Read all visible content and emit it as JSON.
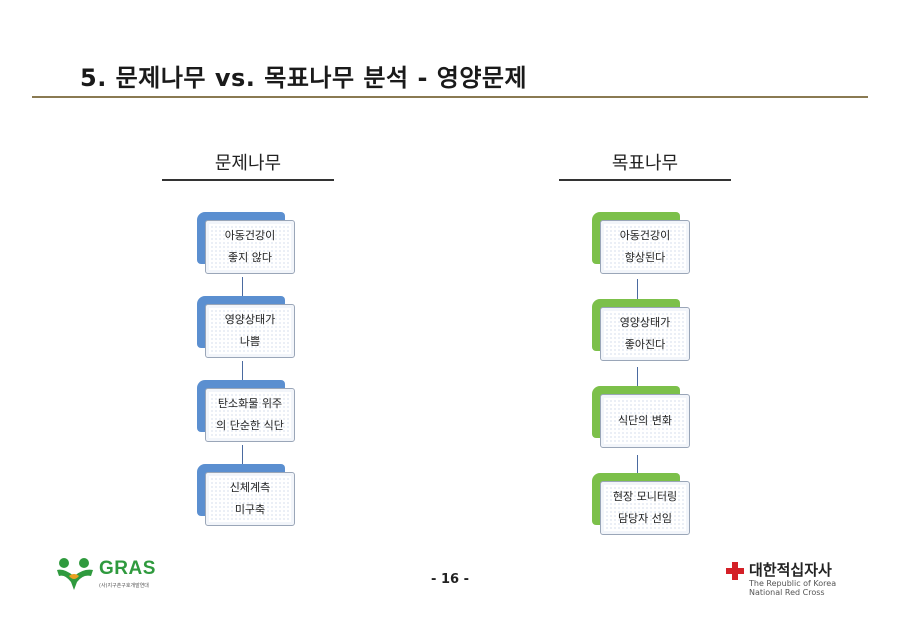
{
  "slide": {
    "title": "5. 문제나무 vs. 목표나무 분석 - 영양문제",
    "page_number": "- 16 -"
  },
  "problem_tree": {
    "header": "문제나무",
    "nodes": [
      {
        "line1": "아동건강이",
        "line2": "좋지 않다"
      },
      {
        "line1": "영양상태가",
        "line2": "나쁨"
      },
      {
        "line1": "탄소화물 위주",
        "line2": "의 단순한 식단"
      },
      {
        "line1": "신체계측",
        "line2": "미구축"
      }
    ]
  },
  "goal_tree": {
    "header": "목표나무",
    "nodes": [
      {
        "line1": "아동건강이",
        "line2": "향상된다"
      },
      {
        "line1": "영양상태가",
        "line2": "좋아진다"
      },
      {
        "line1": "식단의 변화",
        "line2": ""
      },
      {
        "line1": "현장 모니터링",
        "line2": "담당자 선임"
      }
    ]
  },
  "logos": {
    "gras": {
      "text": "GRAS",
      "sub": "(사)지구촌구호개발연대",
      "icon": "people-hug-icon",
      "color": "#2f9a3e"
    },
    "red_cross": {
      "name": "대한적십자사",
      "en_line1": "The Republic of Korea",
      "en_line2": "National Red Cross",
      "icon": "red-cross-icon",
      "color": "#d42027"
    }
  },
  "colors": {
    "problem_accent": "#5b8fd0",
    "goal_accent": "#7cc04a",
    "rule": "#8a7a52"
  }
}
